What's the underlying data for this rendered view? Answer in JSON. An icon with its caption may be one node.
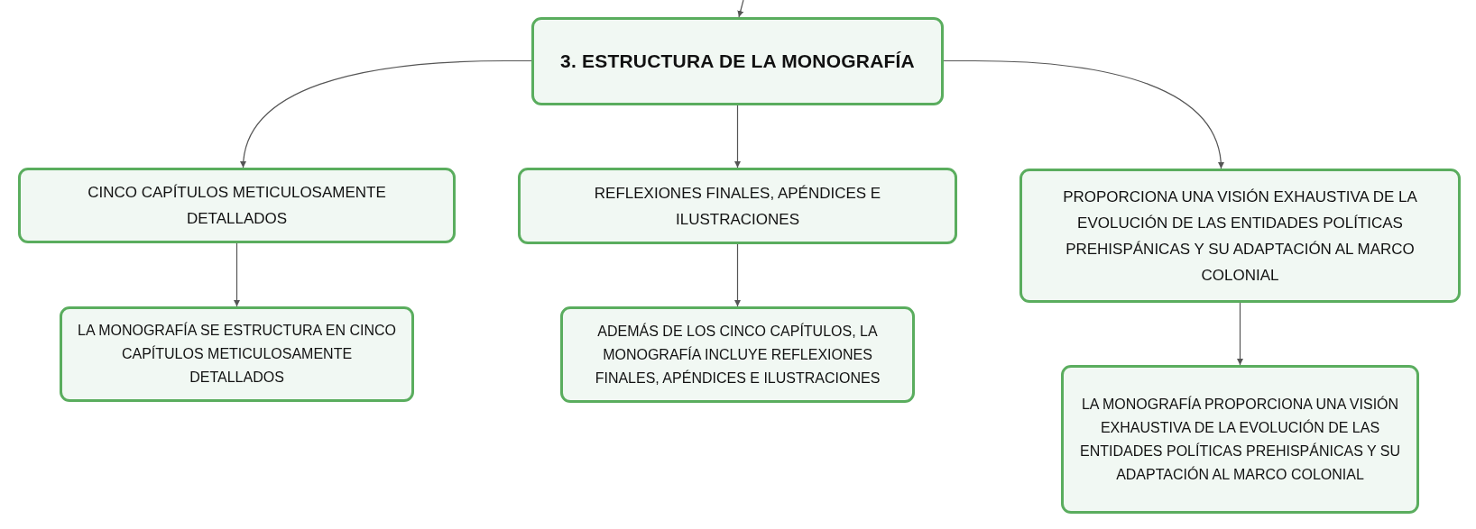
{
  "diagram": {
    "nodes": [
      {
        "text": [
          "3. ESTRUCTURA DE LA MONOGRAFÍA"
        ]
      },
      {
        "text": [
          "CINCO CAPÍTULOS METICULOSAMENTE DETALLADOS"
        ]
      },
      {
        "text": [
          "LA MONOGRAFÍA SE ESTRUCTURA EN CINCO CAPÍTULOS METICULOSAMENTE DETALLADOS"
        ]
      },
      {
        "text": [
          "REFLEXIONES FINALES, APÉNDICES E ILUSTRACIONES"
        ]
      },
      {
        "text": [
          "ADEMÁS DE LOS CINCO CAPÍTULOS, LA MONOGRAFÍA INCLUYE REFLEXIONES FINALES, APÉNDICES E ILUSTRACIONES"
        ]
      },
      {
        "text": [
          "PROPORCIONA UNA VISIÓN EXHAUSTIVA DE LA EVOLUCIÓN DE LAS ENTIDADES POLÍTICAS PREHISPÁNICAS Y SU ADAPTACIÓN AL MARCO COLONIAL"
        ]
      },
      {
        "text": [
          "LA MONOGRAFÍA PROPORCIONA UNA VISIÓN EXHAUSTIVA DE LA EVOLUCIÓN DE LAS ENTIDADES POLÍTICAS PREHISPÁNICAS Y SU ADAPTACIÓN AL MARCO COLONIAL"
        ]
      }
    ],
    "edges": [
      {
        "from": null,
        "to": 0,
        "arrow": "to"
      },
      {
        "from": 0,
        "to": 1,
        "arrow": "to"
      },
      {
        "from": 0,
        "to": 3,
        "arrow": "to"
      },
      {
        "from": 0,
        "to": 5,
        "arrow": "to"
      },
      {
        "from": 1,
        "to": 2,
        "arrow": "to"
      },
      {
        "from": 3,
        "to": 4,
        "arrow": "to"
      },
      {
        "from": 5,
        "to": 6,
        "arrow": "to"
      }
    ]
  }
}
